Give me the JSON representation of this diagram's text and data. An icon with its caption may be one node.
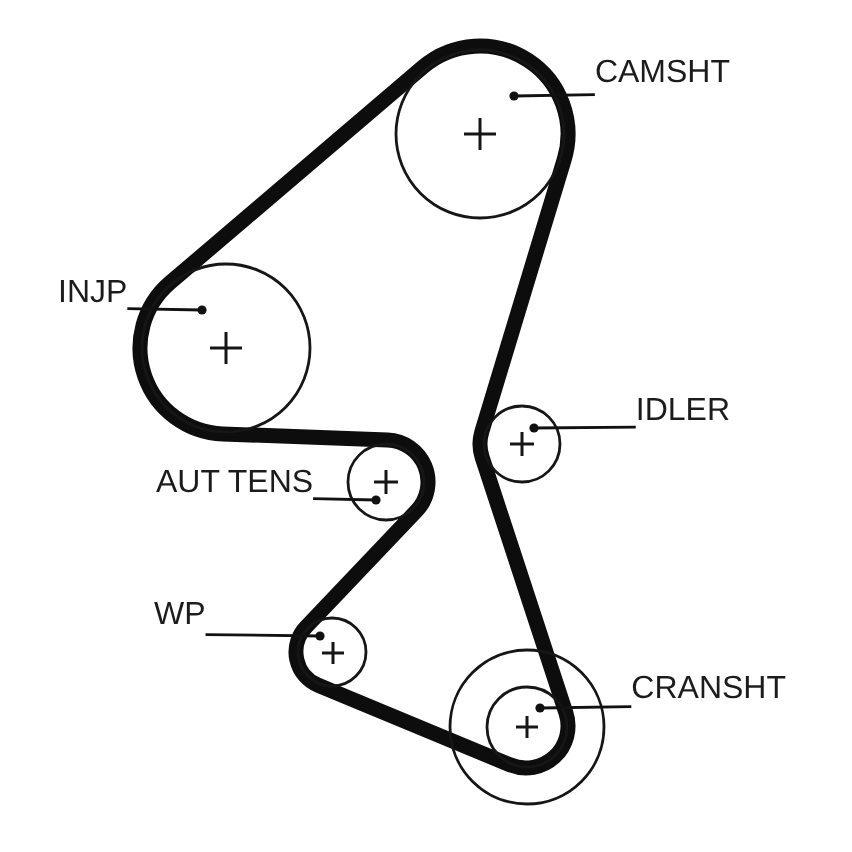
{
  "diagram": {
    "nodes": [
      {
        "text": [
          "CAMSHT"
        ]
      },
      {
        "text": [],
        "shape": "circle"
      },
      {
        "text": [
          "INJP"
        ]
      },
      {
        "text": [],
        "shape": "circle"
      },
      {
        "text": [
          "IDLER"
        ]
      },
      {
        "text": [],
        "shape": "circle"
      },
      {
        "text": [
          "AUT TENS"
        ]
      },
      {
        "text": [],
        "shape": "circle"
      },
      {
        "text": [
          "WP"
        ]
      },
      {
        "text": [],
        "shape": "circle"
      },
      {
        "text": [
          "CRANSHT"
        ]
      },
      {
        "text": [],
        "shape": "circle"
      }
    ],
    "edges": [
      {
        "from": 0,
        "to": 1,
        "arrow": "other"
      },
      {
        "from": 2,
        "to": 3,
        "arrow": "other"
      },
      {
        "from": 4,
        "to": 5,
        "arrow": "other"
      },
      {
        "from": 6,
        "to": 7,
        "arrow": "other"
      },
      {
        "from": 8,
        "to": 9,
        "arrow": "other"
      },
      {
        "from": 10,
        "to": 11,
        "arrow": "other"
      }
    ]
  }
}
